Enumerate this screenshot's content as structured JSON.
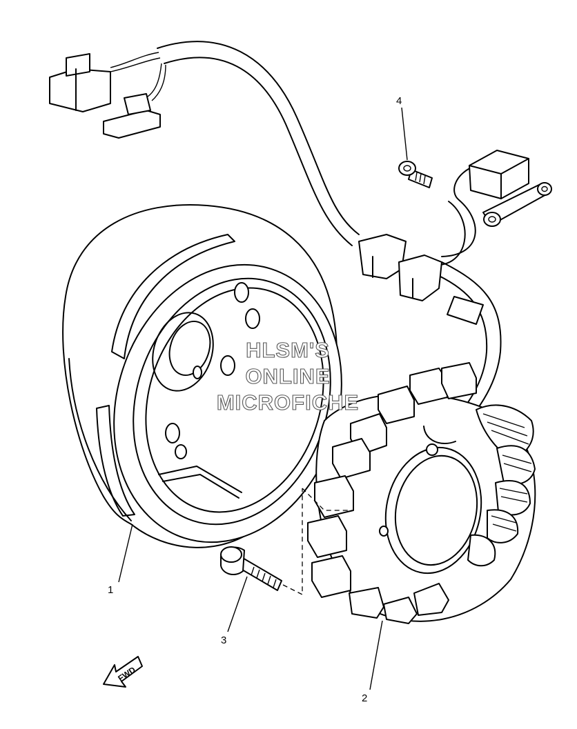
{
  "callouts": {
    "c1": "1",
    "c2": "2",
    "c3": "3",
    "c4": "4"
  },
  "watermark": {
    "line1": "HLSM'S",
    "line2": "ONLINE",
    "line3": "MICROFICHE"
  },
  "direction_arrow": {
    "label": "FWD"
  }
}
